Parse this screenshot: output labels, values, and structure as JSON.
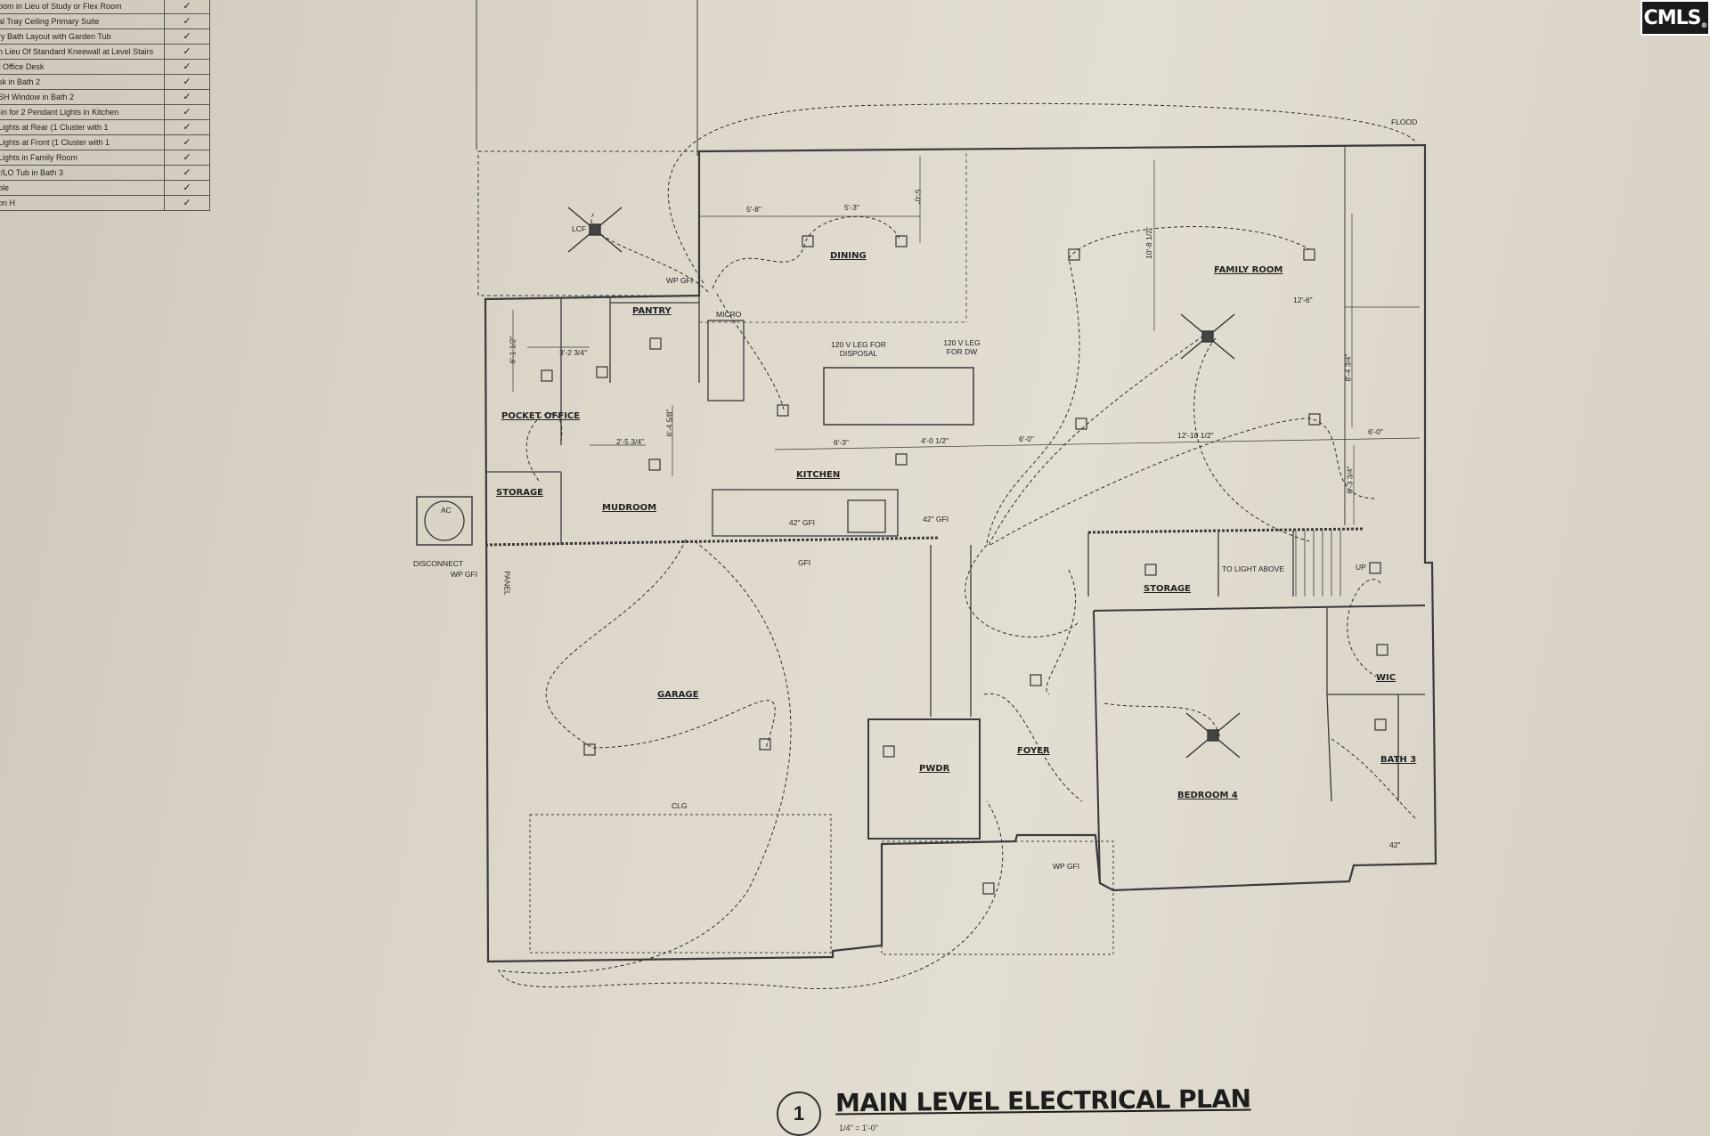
{
  "watermark": "CMLS",
  "options_table": [
    {
      "item": "oom in Lieu of Study or Flex Room",
      "mark": "✓"
    },
    {
      "item": "al Tray Ceiling Primary Suite",
      "mark": "✓"
    },
    {
      "item": "ry Bath Layout with Garden Tub",
      "mark": "✓"
    },
    {
      "item": "h Lieu Of Standard Kneewall at Level Stairs",
      "mark": "✓"
    },
    {
      "item": "t Office Desk",
      "mark": "✓"
    },
    {
      "item": "sk in Bath 2",
      "mark": "✓"
    },
    {
      "item": "SH Window in Bath 2",
      "mark": "✓"
    },
    {
      "item": "-in for 2 Pendant Lights in Kitchen",
      "mark": "✓"
    },
    {
      "item": "Lights at Rear (1 Cluster with 1",
      "mark": "✓"
    },
    {
      "item": "Lights at Front (1 Cluster with 1",
      "mark": "✓"
    },
    {
      "item": "Lights in Family Room",
      "mark": "✓"
    },
    {
      "item": "r/LO Tub in Bath 3",
      "mark": "✓"
    },
    {
      "item": "ble",
      "mark": "✓"
    },
    {
      "item": "on H",
      "mark": "✓"
    }
  ],
  "plan": {
    "bubble_number": "1",
    "title": "MAIN LEVEL ELECTRICAL PLAN",
    "scale": "1/4\" = 1'-0\"",
    "rooms": {
      "dining": "DINING",
      "family_room": "FAMILY ROOM",
      "pantry": "PANTRY",
      "pocket_office": "POCKET OFFICE",
      "storage_left": "STORAGE",
      "mudroom": "MUDROOM",
      "kitchen": "KITCHEN",
      "storage_right": "STORAGE",
      "garage": "GARAGE",
      "pwdr": "PWDR",
      "foyer": "FOYER",
      "wic": "WIC",
      "bath3": "BATH 3",
      "bedroom": "BEDROOM 4"
    },
    "notes": {
      "leg_disposal": "120 V LEG FOR DISPOSAL",
      "leg_dw": "120 V LEG FOR DW",
      "micro": "MICRO",
      "flood": "FLOOD",
      "to_light_above": "TO LIGHT ABOVE",
      "up": "UP",
      "disconnect": "DISCONNECT",
      "wp_gfi_1": "WP GFI",
      "wp_gfi_2": "WP GFI",
      "wp_gfi_3": "WP GFI",
      "gfi": "GFI",
      "clg": "CLG",
      "lcf": "LCF",
      "ac": "AC",
      "panel": "PANEL"
    },
    "dimensions": {
      "d1": "5'-8\"",
      "d2": "5'-3\"",
      "d3": "5'-0\"",
      "d4": "10'-8 1/2\"",
      "d5": "12'-6\"",
      "d6": "8'-4 3/4\"",
      "d7": "6'-3\"",
      "d8": "4'-0 1/2\"",
      "d9": "6'-0\"",
      "d10": "12'-10 1/2\"",
      "d11": "6'-0\"",
      "d12": "6'-1 1/2\"",
      "d13": "3'-2 3/4\"",
      "d14": "2'-5 3/4\"",
      "d15": "6'-4 5/8\"",
      "d16": "42\" GFI",
      "d17": "42\" GFI",
      "d18": "6'-3 3/4\"",
      "d19": "42\""
    }
  }
}
